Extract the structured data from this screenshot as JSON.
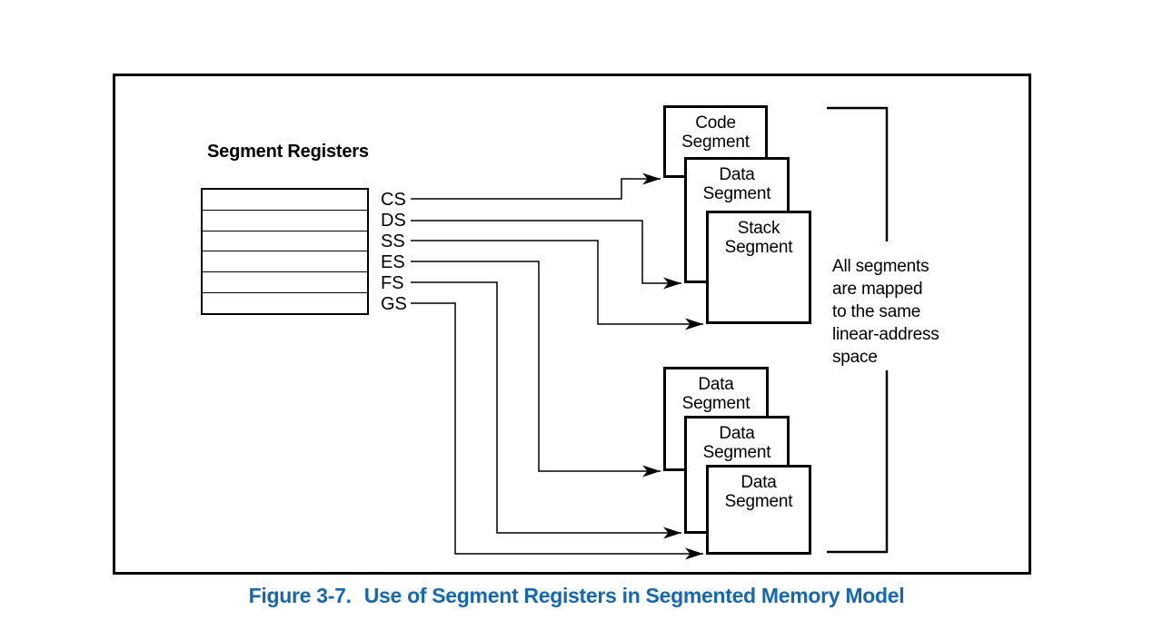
{
  "figure": {
    "heading": "Segment Registers",
    "registers": [
      "CS",
      "DS",
      "SS",
      "ES",
      "FS",
      "GS"
    ],
    "segments_top": [
      {
        "line1": "Code",
        "line2": "Segment"
      },
      {
        "line1": "Data",
        "line2": "Segment"
      },
      {
        "line1": "Stack",
        "line2": "Segment"
      }
    ],
    "segments_bottom": [
      {
        "line1": "Data",
        "line2": "Segment"
      },
      {
        "line1": "Data",
        "line2": "Segment"
      },
      {
        "line1": "Data",
        "line2": "Segment"
      }
    ],
    "note_lines": [
      "All segments",
      "are mapped",
      "to the same",
      "linear-address",
      "space"
    ]
  },
  "caption": {
    "label": "Figure 3-7.",
    "text": "Use of Segment Registers in Segmented Memory Model"
  },
  "colors": {
    "caption_blue": "#1468b3",
    "diagram_black": "#000000"
  }
}
